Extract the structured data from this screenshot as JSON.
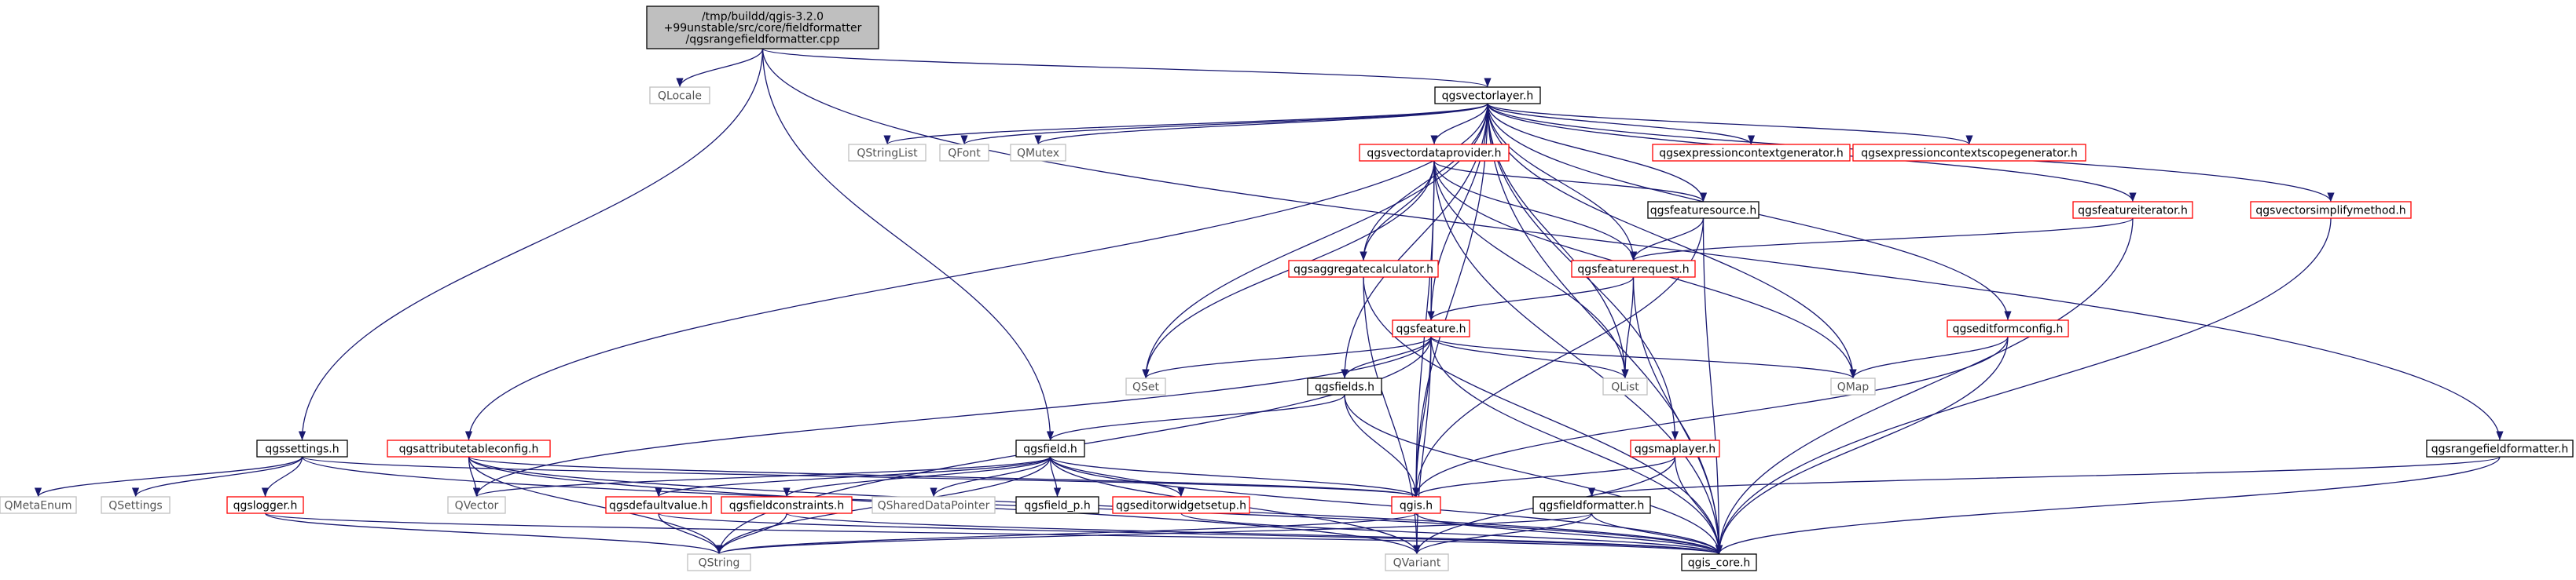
{
  "nodes": {
    "root": "/tmp/buildd/qgis-3.2.0\n+99unstable/src/core/fieldformatter\n/qgsrangefieldformatter.cpp",
    "qlocale": "QLocale",
    "qgsvectorlayer": "qgsvectorlayer.h",
    "qgsrangefieldformatter": "qgsrangefieldformatter.h",
    "qgssettings": "qgssettings.h",
    "qgsfield": "qgsfield.h",
    "qstringlist": "QStringList",
    "qfont": "QFont",
    "qmutex": "QMutex",
    "qgsvectordataprovider": "qgsvectordataprovider.h",
    "qgsexpressioncontextgenerator": "qgsexpressioncontextgenerator.h",
    "qgsexpressioncontextscopegenerator": "qgsexpressioncontextscopegenerator.h",
    "qgsfeaturesource": "qgsfeaturesource.h",
    "qgsfeatureiterator": "qgsfeatureiterator.h",
    "qgsvectorsimplifymethod": "qgsvectorsimplifymethod.h",
    "qgsaggregatecalculator": "qgsaggregatecalculator.h",
    "qgsfeaturerequest": "qgsfeaturerequest.h",
    "qgsfeature": "qgsfeature.h",
    "qgseditformconfig": "qgseditformconfig.h",
    "qset": "QSet",
    "qgsfields": "qgsfields.h",
    "qlist": "QList",
    "qmap": "QMap",
    "qgsattributetableconfig": "qgsattributetableconfig.h",
    "qgsmaplayer": "qgsmaplayer.h",
    "qmetaenum": "QMetaEnum",
    "qsettings": "QSettings",
    "qgslogger": "qgslogger.h",
    "qvector": "QVector",
    "qgsdefaultvalue": "qgsdefaultvalue.h",
    "qgsfieldconstraints": "qgsfieldconstraints.h",
    "qshareddatapointer": "QSharedDataPointer",
    "qgsfield_p": "qgsfield_p.h",
    "qgseditorwidgetsetup": "qgseditorwidgetsetup.h",
    "qgis": "qgis.h",
    "qgsfieldformatter": "qgsfieldformatter.h",
    "qstring": "QString",
    "qvariant": "QVariant",
    "qgis_core": "qgis_core.h"
  },
  "colors": {
    "root_fill": "#bfbfbf",
    "documented_border": "#000000",
    "undocumented_border": "#ff0000",
    "external_border": "#bfbfbf",
    "external_text": "#555555",
    "edge": "#191970"
  },
  "edges": [
    [
      "root",
      "qlocale"
    ],
    [
      "root",
      "qgsvectorlayer"
    ],
    [
      "root",
      "qgsrangefieldformatter"
    ],
    [
      "root",
      "qgssettings"
    ],
    [
      "root",
      "qgsfield"
    ],
    [
      "qgsvectorlayer",
      "qstringlist"
    ],
    [
      "qgsvectorlayer",
      "qfont"
    ],
    [
      "qgsvectorlayer",
      "qmutex"
    ],
    [
      "qgsvectorlayer",
      "qgsvectordataprovider"
    ],
    [
      "qgsvectorlayer",
      "qgsexpressioncontextgenerator"
    ],
    [
      "qgsvectorlayer",
      "qgsexpressioncontextscopegenerator"
    ],
    [
      "qgsvectorlayer",
      "qgsfeaturesource"
    ],
    [
      "qgsvectorlayer",
      "qgsfeatureiterator"
    ],
    [
      "qgsvectorlayer",
      "qgsvectorsimplifymethod"
    ],
    [
      "qgsvectorlayer",
      "qgsaggregatecalculator"
    ],
    [
      "qgsvectorlayer",
      "qgsfeaturerequest"
    ],
    [
      "qgsvectorlayer",
      "qgsfeature"
    ],
    [
      "qgsvectorlayer",
      "qgseditformconfig"
    ],
    [
      "qgsvectorlayer",
      "qset"
    ],
    [
      "qgsvectorlayer",
      "qgsfields"
    ],
    [
      "qgsvectorlayer",
      "qlist"
    ],
    [
      "qgsvectorlayer",
      "qmap"
    ],
    [
      "qgsvectorlayer",
      "qgsattributetableconfig"
    ],
    [
      "qgsvectorlayer",
      "qgsmaplayer"
    ],
    [
      "qgsvectorlayer",
      "qgis"
    ],
    [
      "qgsvectorlayer",
      "qgis_core"
    ],
    [
      "qgsvectordataprovider",
      "qgsfeaturesource"
    ],
    [
      "qgsvectordataprovider",
      "qgsaggregatecalculator"
    ],
    [
      "qgsvectordataprovider",
      "qgsfeaturerequest"
    ],
    [
      "qgsvectordataprovider",
      "qgsfeature"
    ],
    [
      "qgsvectordataprovider",
      "qset"
    ],
    [
      "qgsvectordataprovider",
      "qlist"
    ],
    [
      "qgsvectordataprovider",
      "qmap"
    ],
    [
      "qgsvectordataprovider",
      "qgis"
    ],
    [
      "qgsvectordataprovider",
      "qgis_core"
    ],
    [
      "qgsfeaturesource",
      "qgsfeaturerequest"
    ],
    [
      "qgsfeaturesource",
      "qgis"
    ],
    [
      "qgsfeaturesource",
      "qgis_core"
    ],
    [
      "qgsfeatureiterator",
      "qgsfeaturerequest"
    ],
    [
      "qgsfeatureiterator",
      "qgis_core"
    ],
    [
      "qgsvectorsimplifymethod",
      "qgis_core"
    ],
    [
      "qgsaggregatecalculator",
      "qvariant"
    ],
    [
      "qgsaggregatecalculator",
      "qgis_core"
    ],
    [
      "qgsfeaturerequest",
      "qgsfeature"
    ],
    [
      "qgsfeaturerequest",
      "qlist"
    ],
    [
      "qgsfeaturerequest",
      "qgis_core"
    ],
    [
      "qgsfeature",
      "qset"
    ],
    [
      "qgsfeature",
      "qgsfields"
    ],
    [
      "qgsfeature",
      "qlist"
    ],
    [
      "qgsfeature",
      "qmap"
    ],
    [
      "qgsfeature",
      "qvector"
    ],
    [
      "qgsfeature",
      "qstring"
    ],
    [
      "qgsfeature",
      "qvariant"
    ],
    [
      "qgsfeature",
      "qgis"
    ],
    [
      "qgsfeature",
      "qgis_core"
    ],
    [
      "qgseditformconfig",
      "qmap"
    ],
    [
      "qgseditformconfig",
      "qgis"
    ],
    [
      "qgseditformconfig",
      "qgis_core"
    ],
    [
      "qgsfields",
      "qgsfield"
    ],
    [
      "qgsfields",
      "qgis"
    ],
    [
      "qgsfields",
      "qgis_core"
    ],
    [
      "qgssettings",
      "qmetaenum"
    ],
    [
      "qgssettings",
      "qsettings"
    ],
    [
      "qgssettings",
      "qgslogger"
    ],
    [
      "qgssettings",
      "qgis"
    ],
    [
      "qgssettings",
      "qgis_core"
    ],
    [
      "qgsattributetableconfig",
      "qvector"
    ],
    [
      "qgsattributetableconfig",
      "qstring"
    ],
    [
      "qgsattributetableconfig",
      "qvariant"
    ],
    [
      "qgsattributetableconfig",
      "qgis"
    ],
    [
      "qgsattributetableconfig",
      "qgis_core"
    ],
    [
      "qgsfield",
      "qvector"
    ],
    [
      "qgsfield",
      "qgsdefaultvalue"
    ],
    [
      "qgsfield",
      "qgsfieldconstraints"
    ],
    [
      "qgsfield",
      "qshareddatapointer"
    ],
    [
      "qgsfield",
      "qgsfield_p"
    ],
    [
      "qgsfield",
      "qgseditorwidgetsetup"
    ],
    [
      "qgsfield",
      "qgis"
    ],
    [
      "qgsfield",
      "qstring"
    ],
    [
      "qgsfield",
      "qvariant"
    ],
    [
      "qgsfield",
      "qgis_core"
    ],
    [
      "qgsmaplayer",
      "qgis"
    ],
    [
      "qgsmaplayer",
      "qvariant"
    ],
    [
      "qgsmaplayer",
      "qgis_core"
    ],
    [
      "qgslogger",
      "qstring"
    ],
    [
      "qgslogger",
      "qgis_core"
    ],
    [
      "qgsdefaultvalue",
      "qstring"
    ],
    [
      "qgsdefaultvalue",
      "qgis_core"
    ],
    [
      "qgsfieldconstraints",
      "qstring"
    ],
    [
      "qgsfieldconstraints",
      "qgis_core"
    ],
    [
      "qgseditorwidgetsetup",
      "qgis_core"
    ],
    [
      "qgis",
      "qstring"
    ],
    [
      "qgis",
      "qgis_core"
    ],
    [
      "qgsrangefieldformatter",
      "qgsfieldformatter"
    ],
    [
      "qgsrangefieldformatter",
      "qgis_core"
    ],
    [
      "qgsfieldformatter",
      "qstring"
    ],
    [
      "qgsfieldformatter",
      "qvariant"
    ],
    [
      "qgsfieldformatter",
      "qgis_core"
    ]
  ]
}
